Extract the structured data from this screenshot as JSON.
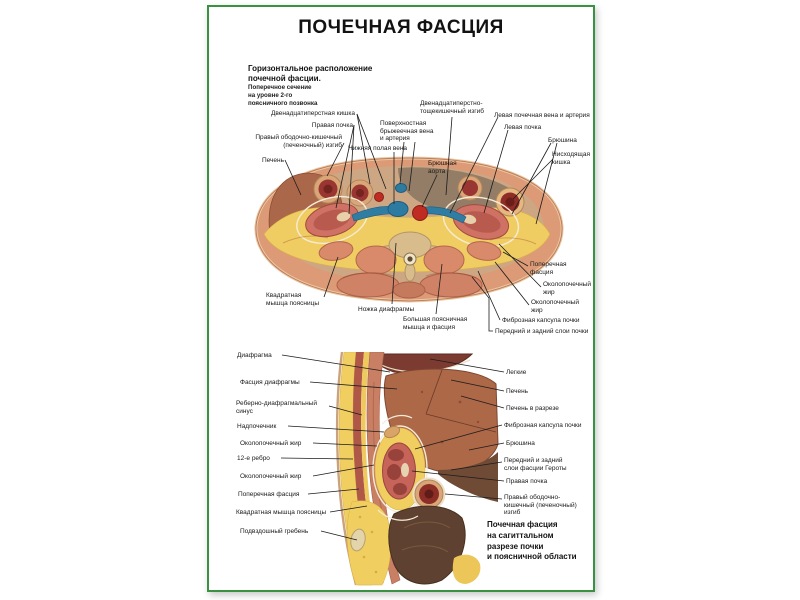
{
  "poster": {
    "title": "ПОЧЕЧНАЯ ФАСЦИЯ",
    "border_color": "#3a9142",
    "background": "#ffffff"
  },
  "top_figure": {
    "heading": "Горизонтальное расположение\nпочечной фасции.",
    "subheading": "Поперечное сечение\nна уровне 2-го\nпоясничного позвонка",
    "labels": {
      "duodenum": "Двенадцатиперстная кишка",
      "right_kidney": "Правая почка",
      "right_colic_flexure": "Правый ободочно-кишечный\n(печеночный) изгиб",
      "liver": "Печень",
      "ivc": "Нижняя полая вена",
      "mesenteric_vessels": "Поверхностная\nбрыжеечная вена\nи артерия",
      "aorta": "Брюшная\nаорта",
      "duodenojejunal_flexure": "Двенадцатиперстно-\nтощекишечный изгиб",
      "left_renal_vessels": "Левая почечная вена и артерия",
      "left_kidney": "Левая почка",
      "peritoneum": "Брюшина",
      "descending_colon": "Нисходящая\nкишка",
      "transverse_fascia": "Поперечная\nфасция",
      "perirenal_fat_1": "Околопочечный\nжир",
      "perirenal_fat_2": "Околопочечный\nжир",
      "fibrous_capsule": "Фиброзная капсула почки",
      "fascia_layers": "Передний и задний слои почки",
      "quadratus_lumborum": "Квадратная\nмышца поясницы",
      "diaphragm_crus": "Ножка диафрагмы",
      "psoas": "Большая поясничная\nмышца и фасция"
    }
  },
  "bottom_figure": {
    "labels_left": {
      "diaphragm": "Диафрагма",
      "diaphragm_fascia": "Фасция диафрагмы",
      "costodiaphragmatic_recess": "Реберно-диафрагмальный\nсинус",
      "adrenal": "Надпочечник",
      "perirenal_fat_1": "Околопочечный жир",
      "rib12": "12-е ребро",
      "perirenal_fat_2": "Околопочечный жир",
      "transverse_fascia": "Поперечная фасция",
      "quadratus_lumborum": "Квадратная мышца поясницы",
      "iliac_crest": "Подвздошный гребень"
    },
    "labels_right": {
      "lungs": "Легкие",
      "liver": "Печень",
      "liver_section": "Печень в разрезе",
      "fibrous_capsule": "Фиброзная капсула почки",
      "peritoneum": "Брюшина",
      "gerota_layers": "Передний и задний\nслои фасции Героты",
      "right_kidney": "Правая почка",
      "right_colic_flexure": "Правый ободочно-\nкишечный (печеночный)\nизгиб"
    },
    "caption": "Почечная фасция\nна сагиттальном\nразрезе почки\nи поясничной области"
  }
}
